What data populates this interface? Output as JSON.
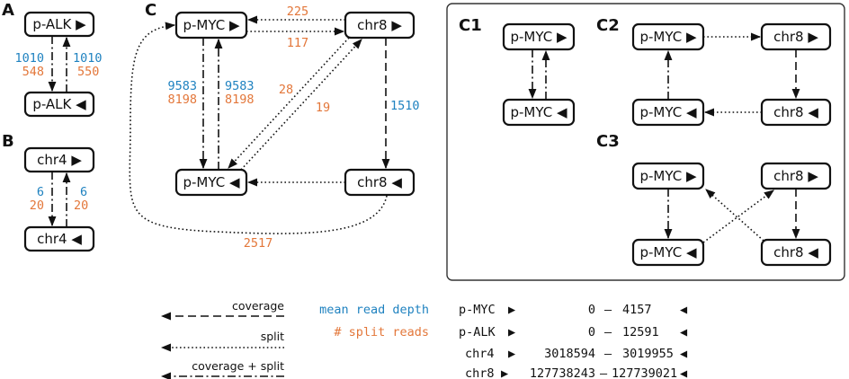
{
  "panels": {
    "A": "A",
    "B": "B",
    "C": "C",
    "C1": "C1",
    "C2": "C2",
    "C3": "C3"
  },
  "nodes": {
    "a_top": "p-ALK ▶",
    "a_bot": "p-ALK ◀",
    "b_top": "chr4 ▶",
    "b_bot": "chr4 ◀",
    "c_myc_f": "p-MYC ▶",
    "c_chr8_f": "chr8 ▶",
    "c_myc_r": "p-MYC ◀",
    "c_chr8_r": "chr8 ◀",
    "c1_top": "p-MYC ▶",
    "c1_bot": "p-MYC ◀",
    "c2_myc_f": "p-MYC ▶",
    "c2_chr8_f": "chr8 ▶",
    "c2_myc_r": "p-MYC ◀",
    "c2_chr8_r": "chr8 ◀",
    "c3_myc_f": "p-MYC ▶",
    "c3_chr8_f": "chr8 ▶",
    "c3_myc_r": "p-MYC ◀",
    "c3_chr8_r": "chr8 ◀"
  },
  "edge_labels": {
    "a_left_depth": "1010",
    "a_left_split": "548",
    "a_right_depth": "1010",
    "a_right_split": "550",
    "b_left_depth": "6",
    "b_left_split": "20",
    "b_right_depth": "6",
    "b_right_split": "20",
    "c_top_225": "225",
    "c_top_117": "117",
    "c_myc_left_depth": "9583",
    "c_myc_left_split": "8198",
    "c_myc_right_depth": "9583",
    "c_myc_right_split": "8198",
    "c_diag_28": "28",
    "c_diag_19": "19",
    "c_chr8_depth": "1510",
    "c_loop": "2517"
  },
  "legend": {
    "coverage": "coverage",
    "split": "split",
    "coverage_split": "coverage + split",
    "mean_read_depth": "mean read depth",
    "split_reads": "# split reads"
  },
  "regions": [
    {
      "name": "p-MYC",
      "start": "0",
      "end": "4157"
    },
    {
      "name": "p-ALK",
      "start": "0",
      "end": "12591"
    },
    {
      "name": "chr4",
      "start": "3018594",
      "end": "3019955"
    },
    {
      "name": "chr8",
      "start": "127738243",
      "end": "127739021"
    }
  ],
  "colors": {
    "depth": "#1f82c0",
    "split": "#e3773a",
    "stroke": "#111111"
  }
}
